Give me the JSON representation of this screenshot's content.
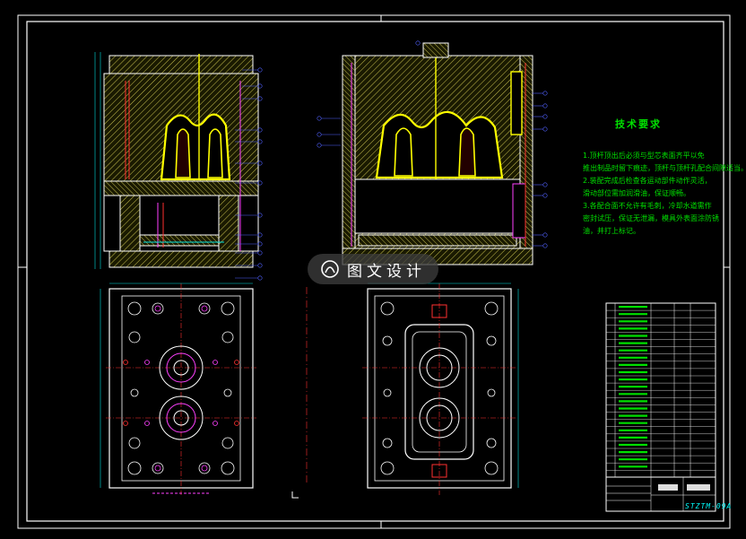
{
  "watermark": {
    "text": "图文设计"
  },
  "technical_requirements": {
    "title": "技术要求",
    "lines": [
      "1.顶杆顶出后必须与型芯表面齐平以免",
      "推出制品时留下痕迹，顶杆与顶杆孔配合间隙适当。",
      "2.装配完成后检查各运动部件动作灵活，",
      "滑动部位需加润滑油，保证顺畅。",
      "3.各配合面不允许有毛刺，冷却水道需作",
      "密封试压，保证无泄漏，模具外表面涂防锈",
      "油，并打上标记。"
    ]
  },
  "title_block": {
    "drawing_no": "STZTM-09A",
    "company_label": "",
    "drawing_name_label": ""
  },
  "colors": {
    "background": "#000000",
    "outline": "#ffffff",
    "hatch": "#e8e060",
    "part_yellow": "#ffff00",
    "cyan": "#00e0e0",
    "red": "#ff3030",
    "magenta": "#ff40ff",
    "green": "#00e000",
    "blue_balloon": "#5060ff"
  }
}
